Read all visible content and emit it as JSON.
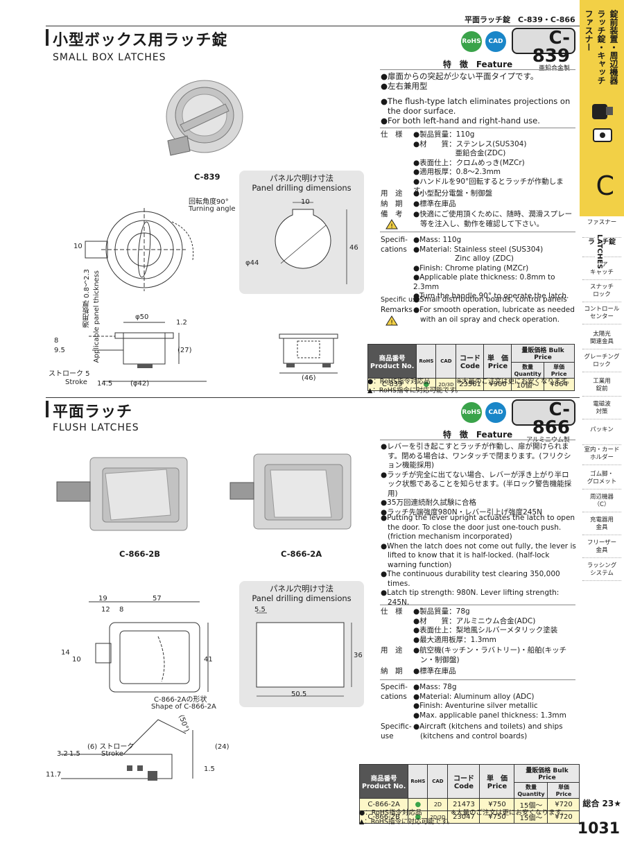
{
  "header": {
    "series_label": "平面ラッチ錠　C-839・C-866"
  },
  "sidebar": {
    "category_jp": [
      "ファスナー",
      "ラッチ錠・キャッチ",
      "錠前装置・周辺機器"
    ],
    "category_letter": "C",
    "vertical_en": "LATCHES",
    "items": [
      "ファスナー",
      "ラッチ錠",
      "ドア\nキャッチ",
      "スナッチ\nロック",
      "コントロール\nセンター",
      "太陽光\n関連金具",
      "グレーチング\nロック",
      "工業用\n錠前",
      "電磁波\n対策",
      "パッキン",
      "室内・カード\nホルダー",
      "ゴム脚・\nグロメット",
      "周辺機器\n（C）",
      "充電器用\n金具",
      "フリーザー\n金具",
      "ラッシング\nシステム"
    ],
    "total_pages": "総合 23★",
    "page_number": "1031"
  },
  "c839": {
    "title_jp": "小型ボックス用ラッチ錠",
    "title_en": "SMALL BOX LATCHES",
    "model": "C-839",
    "material": "亜鉛合金製",
    "badge_rohs": "RoHS",
    "badge_cad": "CAD",
    "feature_head": "特　徴　Feature",
    "features_jp": [
      "扉面からの突起が少ない平面タイプです。",
      "左右兼用型"
    ],
    "features_en": [
      "The flush-type latch eliminates projections on the door surface.",
      "For both left-hand and right-hand use."
    ],
    "spec_label_jp": "仕　様",
    "specs_jp": [
      "製品質量：110g",
      "材　　質：ステンレス(SUS304)",
      "　　　　　亜鉛合金(ZDC)",
      "表面仕上：クロムめっき(MZCr)",
      "適用板厚：0.8～2.3mm",
      "ハンドルを90°回転するとラッチが作動します。"
    ],
    "use_label_jp": "用　途",
    "use_jp": "小型配分電盤・制御盤",
    "delivery_label_jp": "納　期",
    "delivery_jp": "標準在庫品",
    "note_label_jp": "備　考",
    "note_jp": "快適にご使用頂くために、随時、潤滑スプレー等を注入し、動作を確認して下さい。",
    "spec_label_en": "Specifi-\ncations",
    "specs_en": [
      "Mass: 110g",
      "Material: Stainless steel (SUS304)",
      "                  Zinc alloy (ZDC)",
      "Finish: Chrome plating (MZCr)",
      "Applicable plate thickness: 0.8mm to 2.3mm",
      "Turn the handle 90° to operate the latch."
    ],
    "use_label_en": "Specific use",
    "use_en": "Small distribution boards, control panels",
    "remarks_label_en": "Remarks",
    "remarks_en": "For smooth operation, lubricate as needed with an oil spray and check operation.",
    "image_label": "C-839",
    "drawing": {
      "turning_angle_jp": "回転角度90°",
      "turning_angle_en": "Turning angle",
      "panel_thick_jp": "適用板厚 0.8～2.3",
      "panel_thick_en": "Applicable panel thickness",
      "stroke_jp": "ストローク 5",
      "stroke_en": "Stroke",
      "dims": [
        "10",
        "φ50",
        "1.2",
        "8",
        "9.5",
        "(27)",
        "14.5",
        "(φ42)",
        "(46)"
      ]
    },
    "panel": {
      "title_jp": "パネル穴明け寸法",
      "title_en": "Panel drilling dimensions",
      "dims": [
        "10",
        "46",
        "φ44"
      ]
    },
    "table": {
      "headers": [
        "商品番号\nProduct No.",
        "RoHS",
        "CAD",
        "コード\nCode",
        "単　価\nPrice",
        "量販価格 Bulk Price",
        "数量 Quantity",
        "単価 Price"
      ],
      "rows": [
        [
          "C-839",
          "●",
          "2D/3D",
          "23561",
          "¥900",
          "10個～",
          "¥864"
        ]
      ]
    },
    "legend": [
      "●：RoHS指令対応品",
      "▲：RoHS指令に対応可能です。"
    ],
    "legend_note": "※大量のご注文は更にお安くなります。"
  },
  "c866": {
    "title_jp": "平面ラッチ",
    "title_en": "FLUSH LATCHES",
    "model": "C-866",
    "material": "アルミニウム製",
    "badge_rohs": "RoHS",
    "badge_cad": "CAD",
    "feature_head": "特　徴　Feature",
    "features_jp": [
      "レバーを引き起こすとラッチが作動し、扉が開けられます。閉める場合は、ワンタッチで閉まります。(フリクション機能採用)",
      "ラッチが完全に出てない場合、レバーが浮き上がり半ロック状態であることを知らせます。(半ロック警告機能採用)",
      "35万回連続耐久試験に合格",
      "ラッチ先端強度980N・レバー引上げ強度245N"
    ],
    "features_en": [
      "Putting the lever upright actuates the latch to open the door. To close the door just one-touch push. (friction mechanism incorporated)",
      "When the latch does not come out fully, the lever is lifted to know that it is half-locked. (half-lock warning function)",
      "The continuous durability test clearing 350,000 times.",
      "Latch tip strength: 980N. Lever lifting strength: 245N."
    ],
    "spec_label_jp": "仕　様",
    "specs_jp": [
      "製品質量：78g",
      "材　　質：アルミニウム合金(ADC)",
      "表面仕上：梨地風シルバーメタリック塗装",
      "最大適用板厚：1.3mm"
    ],
    "use_label_jp": "用　途",
    "use_jp": "航空機(キッチン・ラバトリー)・船舶(キッチン・制御盤)",
    "delivery_label_jp": "納　期",
    "delivery_jp": "標準在庫品",
    "spec_label_en": "Specifi-\ncations",
    "specs_en": [
      "Mass: 78g",
      "Material: Aluminum alloy (ADC)",
      "Finish: Aventurine silver metallic",
      "Max. applicable panel thickness: 1.3mm"
    ],
    "use_label_en": "Specific-\nuse",
    "use_en": "Aircraft (kitchens and toilets) and ships (kitchens and control boards)",
    "image_labels": [
      "C-866-2B",
      "C-866-2A"
    ],
    "drawing": {
      "shape_jp": "C-866-2Aの形状",
      "shape_en": "Shape of C-866-2A",
      "stroke_jp": "(6) ストローク",
      "stroke_en": "Stroke",
      "dims": [
        "19",
        "57",
        "12",
        "8",
        "14",
        "10",
        "41",
        "(50°)",
        "3.2",
        "1.5",
        "(24)",
        "11.7",
        "1.5"
      ]
    },
    "panel": {
      "title_jp": "パネル穴明け寸法",
      "title_en": "Panel drilling dimensions",
      "dims": [
        "5.5",
        "36",
        "50.5"
      ]
    },
    "table": {
      "headers": [
        "商品番号\nProduct No.",
        "RoHS",
        "CAD",
        "コード\nCode",
        "単　価\nPrice",
        "量販価格 Bulk Price",
        "数量 Quantity",
        "単価 Price"
      ],
      "rows": [
        [
          "C-866-2A",
          "●",
          "2D",
          "21473",
          "¥750",
          "15個～",
          "¥720"
        ],
        [
          "C-866-2B",
          "●",
          "2D/3D",
          "23047",
          "¥750",
          "15個～",
          "¥720"
        ]
      ]
    },
    "legend": [
      "●：RoHS指令対応品",
      "▲：RoHS指令に対応可能です。"
    ],
    "legend_note": "※大量のご注文は更にお安くなります。"
  }
}
